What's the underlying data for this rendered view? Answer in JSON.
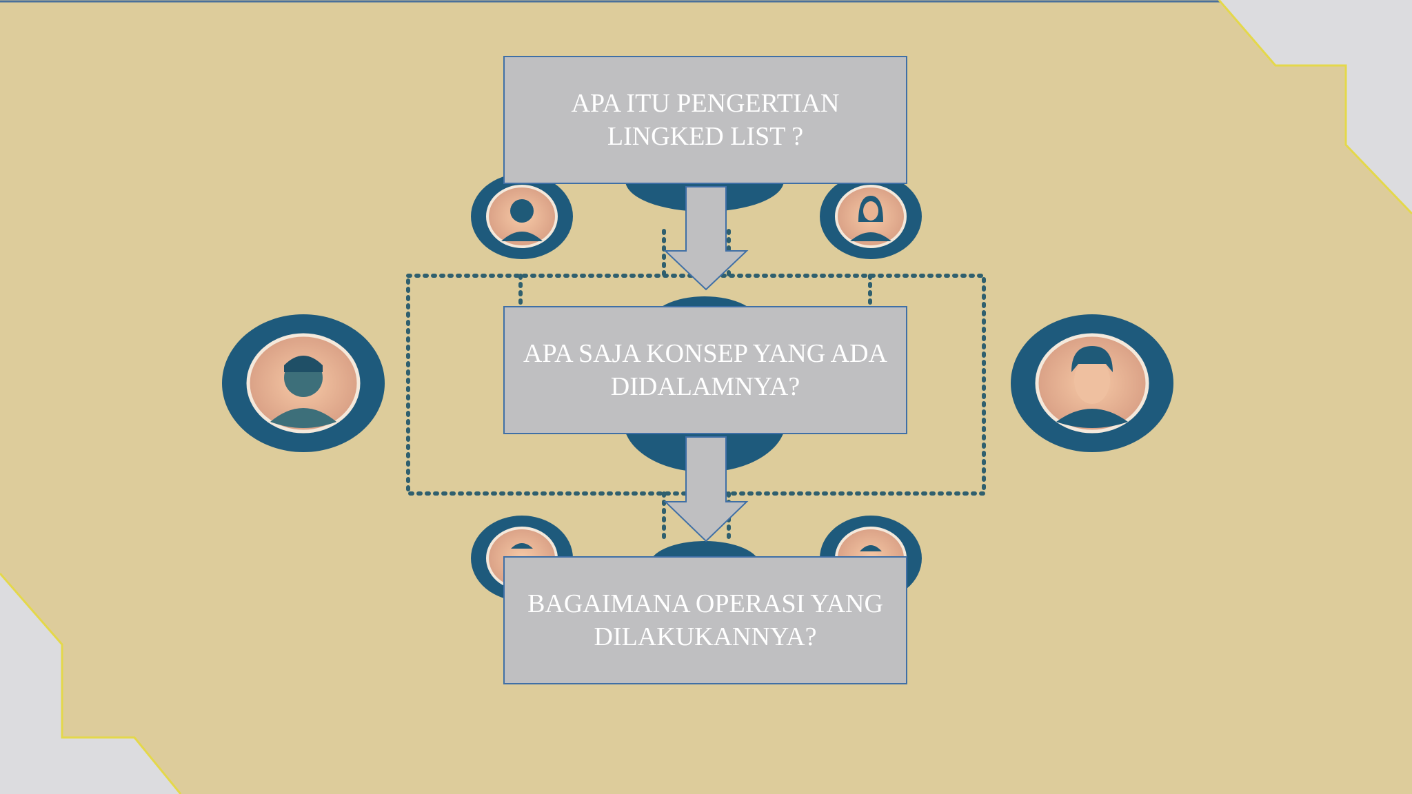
{
  "slide": {
    "background": "#ddcc9b",
    "corner_color": "#dcdcdf",
    "accent_line": "#e4d84a",
    "ring_color": "#1e5a7c",
    "dotted_color": "#2f5f6e"
  },
  "boxes": [
    {
      "text": "APA ITU PENGERTIAN LINGKED LIST ?"
    },
    {
      "text": "APA SAJA KONSEP YANG ADA DIDALAMNYA?"
    },
    {
      "text": "BAGAIMANA OPERASI YANG DILAKUKANNYA?"
    }
  ]
}
